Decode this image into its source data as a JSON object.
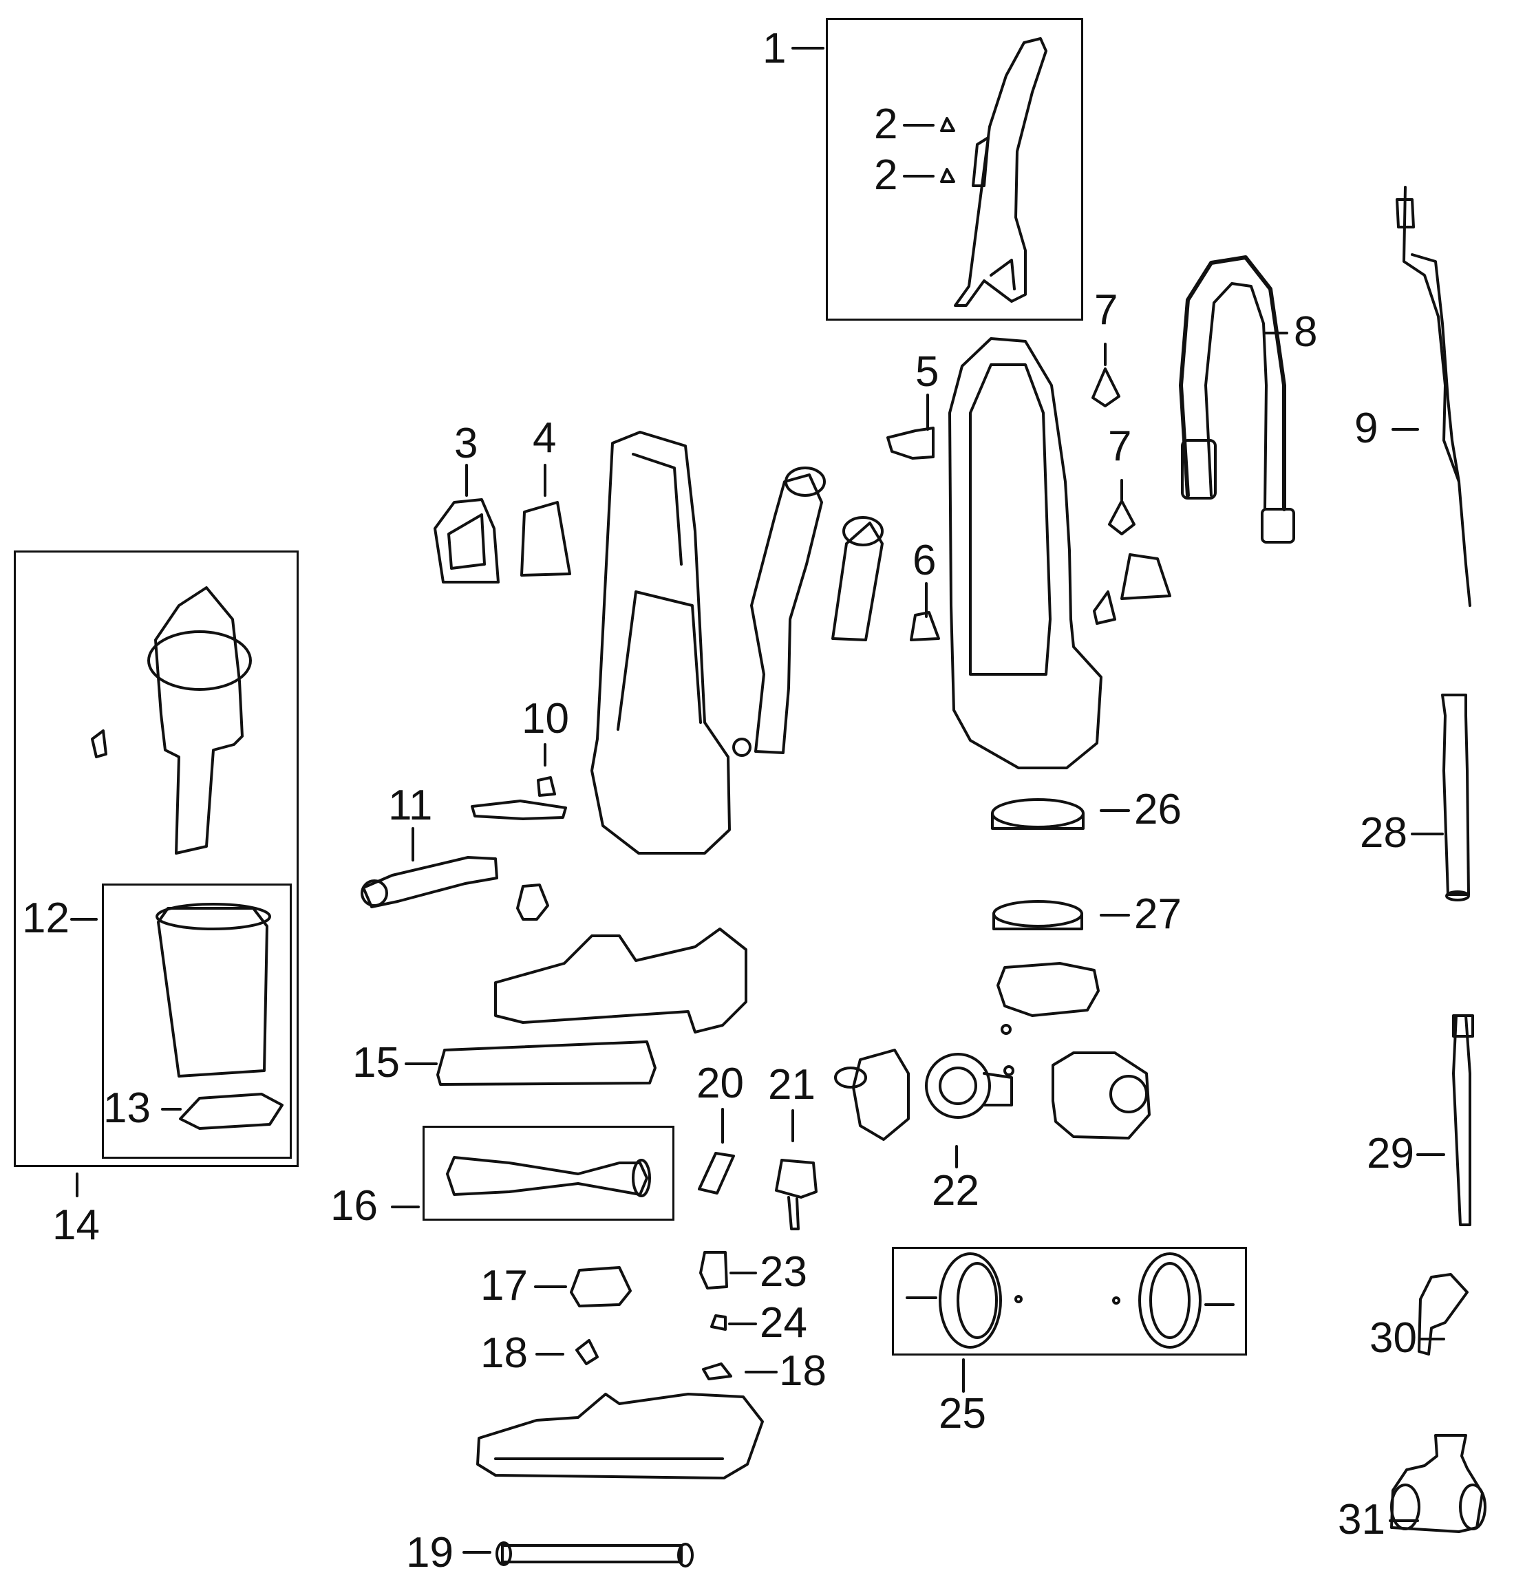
{
  "diagram": {
    "callouts": [
      "1",
      "2",
      "2",
      "3",
      "4",
      "5",
      "6",
      "7",
      "7",
      "8",
      "9",
      "10",
      "11",
      "12",
      "13",
      "14",
      "15",
      "16",
      "17",
      "18",
      "18",
      "19",
      "20",
      "21",
      "22",
      "23",
      "24",
      "25",
      "26",
      "27",
      "28",
      "29",
      "30",
      "31"
    ]
  }
}
